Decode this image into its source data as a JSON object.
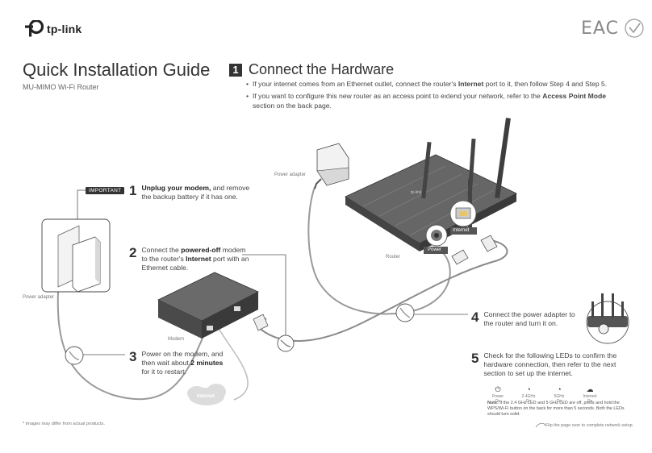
{
  "brand": {
    "name": "tp-link",
    "logo_icon": "tp-link-logo-icon"
  },
  "cert": {
    "mark": "EAC"
  },
  "guide": {
    "title": "Quick Installation Guide",
    "subtitle": "MU-MIMO Wi-Fi Router"
  },
  "section": {
    "number": "1",
    "title": "Connect the Hardware",
    "bullet1": {
      "pre": "If your internet comes from an Ethernet outlet, connect the router's ",
      "bold": "Internet",
      "post": " port to it, then follow Step 4 and Step 5."
    },
    "bullet2": {
      "pre": "If you want to configure this new router as an access point to extend your network, refer to the ",
      "bold": "Access Point Mode",
      "post": " section on the back page."
    }
  },
  "diagram": {
    "power_adapter_top": "Power adapter",
    "power_adapter_left": "Power adapter",
    "router": "Router",
    "modem": "Modem",
    "internet_cloud": "Internet",
    "port_internet": "Internet",
    "port_power": "Power",
    "router_badge": "tp-link"
  },
  "important": "IMPORTANT",
  "steps": {
    "s1": {
      "num": "1",
      "b1": "Unplug your modem,",
      "t1": " and remove",
      "t2": "the backup battery if it has one."
    },
    "s2": {
      "num": "2",
      "t1": "Connect the ",
      "b1": "powered-off",
      "t2": " modem",
      "t3": "to the router's ",
      "b2": "Internet",
      "t4": " port with an",
      "t5": "Ethernet cable."
    },
    "s3": {
      "num": "3",
      "t1": "Power on the modem, and",
      "t2": "then wait about ",
      "b1": "2 minutes",
      "t3": "for it to restart."
    },
    "s4": {
      "num": "4",
      "t1": "Connect the power adapter to",
      "t2": "the router and turn it on."
    },
    "s5": {
      "num": "5",
      "t1": "Check for the following LEDs to confirm the",
      "t2": "hardware connection, then refer to the next",
      "t3": "section to set up the internet."
    }
  },
  "leds": [
    {
      "icon": "power-icon",
      "glyph": "⏻",
      "name": "Power",
      "state": "On"
    },
    {
      "icon": "wifi-24-icon",
      "glyph": "◔",
      "name": "2.4GHz",
      "state": "On"
    },
    {
      "icon": "wifi-5-icon",
      "glyph": "◔",
      "name": "5GHz",
      "state": "On"
    },
    {
      "icon": "internet-icon",
      "glyph": "☁",
      "name": "Internet",
      "state": "On"
    }
  ],
  "note": {
    "label": "Note:",
    "text": " If the 2.4 GHz LED and 5 GHz LED are off, press and hold the WPS/Wi-Fi button on the back for more than 5 seconds. Both the LEDs should turn solid."
  },
  "footnote": "* Images may differ from actual products.",
  "flip": "Flip the page over to complete network setup.",
  "colors": {
    "dark": "#333333",
    "device": "#5e5e5e",
    "cable": "#9a9a9a",
    "cloud": "#dcdcdc"
  }
}
